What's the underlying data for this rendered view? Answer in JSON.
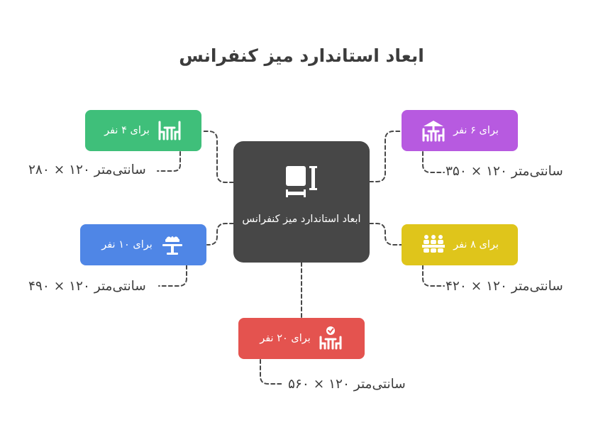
{
  "title": "ابعاد استاندارد میز کنفرانس",
  "center": {
    "label": "ابعاد استاندارد میز کنفرانس",
    "icon": "table-icon"
  },
  "nodes": [
    {
      "id": "4",
      "label": "برای ۴ نفر",
      "dimension": "سانتی‌متر ۱۲۰ × ۲۸۰",
      "color": "#3fbf7a",
      "icon": "table-chairs-icon"
    },
    {
      "id": "6",
      "label": "برای ۶ نفر",
      "dimension": "سانتی‌متر ۱۲۰ × ۳۵۰",
      "color": "#b75ae0",
      "icon": "umbrella-table-icon"
    },
    {
      "id": "10",
      "label": "برای ۱۰ نفر",
      "dimension": "سانتی‌متر ۱۲۰ × ۴۹۰",
      "color": "#4f86e6",
      "icon": "cake-table-icon"
    },
    {
      "id": "8",
      "label": "برای ۸ نفر",
      "dimension": "سانتی‌متر ۱۲۰ × ۴۲۰",
      "color": "#dfc51b",
      "icon": "group-table-icon"
    },
    {
      "id": "20",
      "label": "برای ۲۰ نفر",
      "dimension": "سانتی‌متر ۱۲۰ × ۵۶۰",
      "color": "#e4534f",
      "icon": "approved-table-icon"
    }
  ]
}
